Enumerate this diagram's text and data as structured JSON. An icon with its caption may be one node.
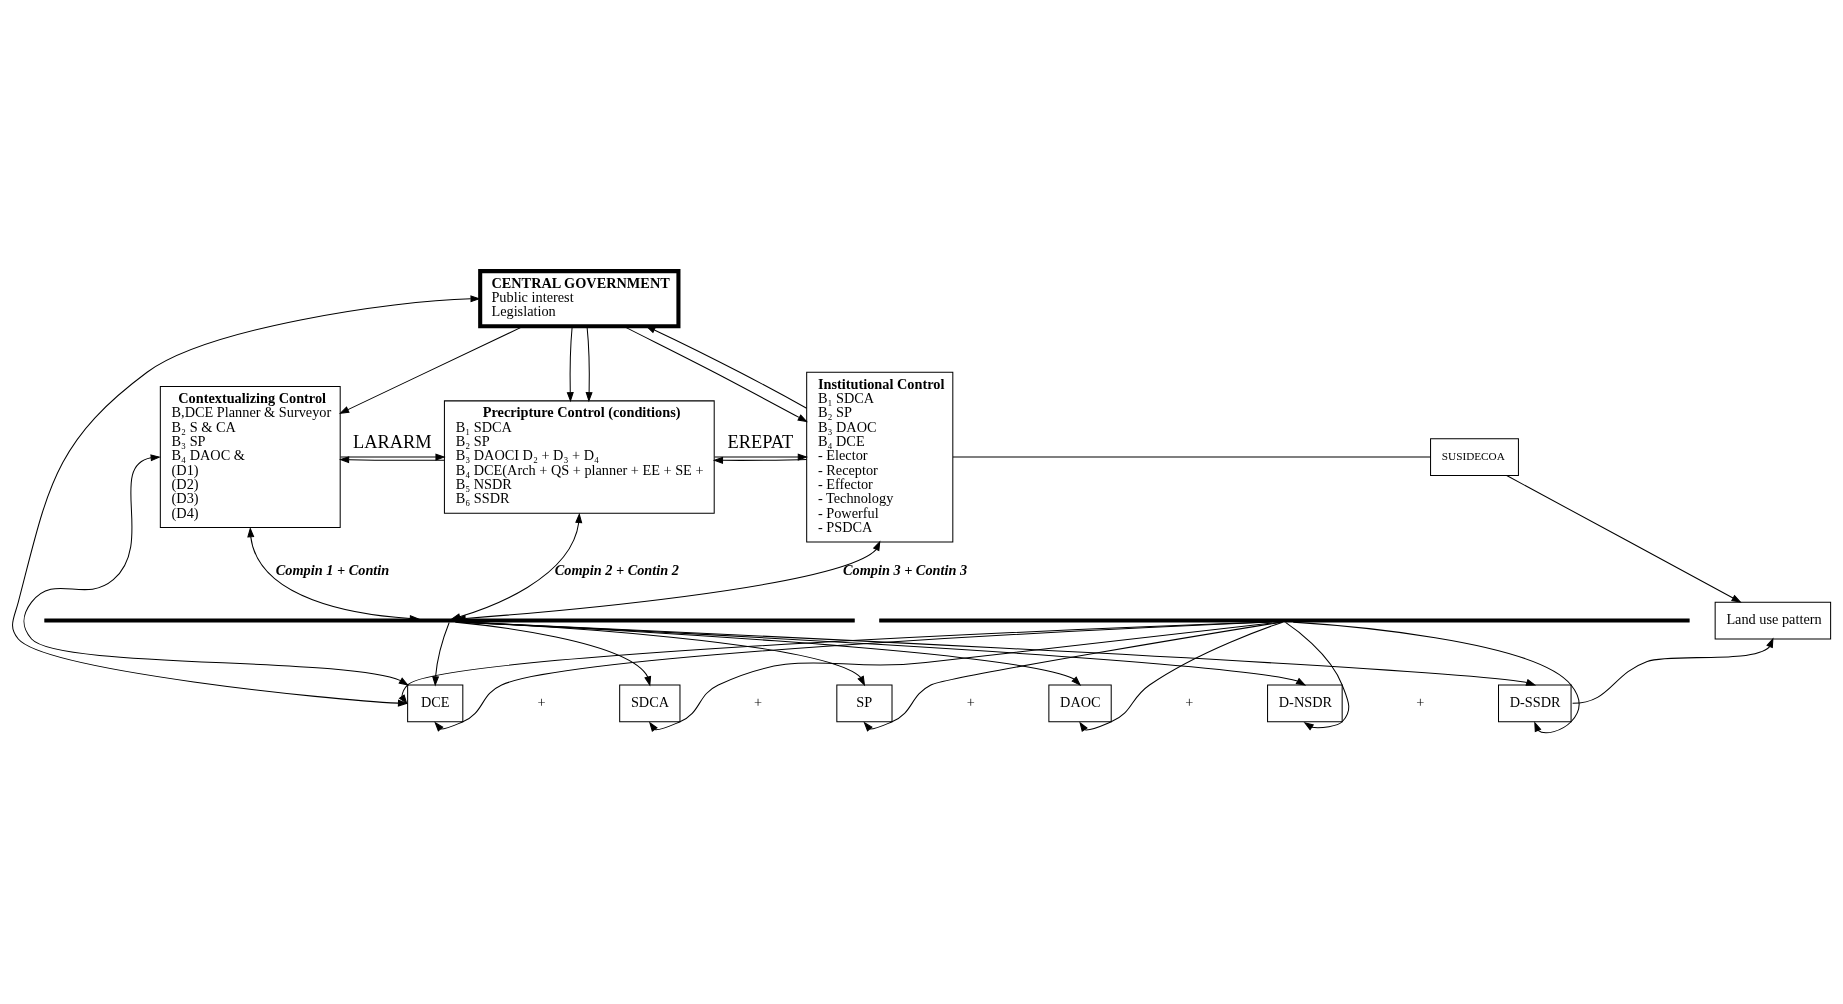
{
  "diagram": {
    "nodes": [
      {
        "text": [
          "CENTRAL GOVERNMENT",
          "Public interest",
          "Legislation"
        ]
      },
      {
        "text": [
          "Contextualizing Control",
          "B,DCE Planner & Surveyor",
          "B₂ S & CA",
          "B₃ SP",
          "B₄ DAOC &",
          "(D1)",
          "(D2)",
          "(D3)",
          "(D4)"
        ]
      },
      {
        "text": [
          "Precripture Control (conditions)",
          "B₁ SDCA",
          "B₂ SP",
          "B₃ DAOCI D₂ + D₃ + D₄",
          "B₄ DCE(Arch + QS + planner + EE + SE +",
          "B₅ NSDR",
          "B₆ SSDR"
        ]
      },
      {
        "text": [
          "Institutional Control",
          "B₁ SDCA",
          "B₂ SP",
          "B₃ DAOC",
          "B₄ DCE",
          "- Elector",
          "- Receptor",
          "- Effector",
          "- Technology",
          "- Powerful",
          "- PSDCA"
        ]
      },
      {
        "text": [
          "SUSIDECOA"
        ]
      },
      {
        "text": [
          "Land use pattern"
        ]
      },
      {
        "text": [
          "DCE"
        ]
      },
      {
        "text": [
          "SDCA"
        ]
      },
      {
        "text": [
          "SP"
        ]
      },
      {
        "text": [
          "DAOC"
        ]
      },
      {
        "text": [
          "D-NSDR"
        ]
      },
      {
        "text": [
          "D-SSDR"
        ]
      },
      {
        "text": [],
        "shape": "bar"
      },
      {
        "text": [],
        "shape": "bar"
      }
    ],
    "edges": [
      {
        "from": 1,
        "to": 2,
        "arrow": "to",
        "label": "LARARM"
      },
      {
        "from": 2,
        "to": 1,
        "arrow": "to"
      },
      {
        "from": 2,
        "to": 3,
        "arrow": "to",
        "label": "EREPAT"
      },
      {
        "from": 3,
        "to": 2,
        "arrow": "to"
      },
      {
        "from": 0,
        "to": 2,
        "arrow": "to"
      },
      {
        "from": 0,
        "to": 2,
        "arrow": "to"
      },
      {
        "from": 0,
        "to": 1,
        "arrow": "to"
      },
      {
        "from": 6,
        "to": 0,
        "arrow": "both"
      },
      {
        "from": 6,
        "to": 1,
        "arrow": "both"
      },
      {
        "from": 0,
        "to": 3,
        "arrow": "to"
      },
      {
        "from": 3,
        "to": 0,
        "arrow": "to"
      },
      {
        "from": 3,
        "to": 4,
        "arrow": "none"
      },
      {
        "from": 4,
        "to": 5,
        "arrow": "to"
      },
      {
        "from": 11,
        "to": 5,
        "arrow": "to"
      },
      {
        "from": 1,
        "to": 12,
        "arrow": "both",
        "label": "Compin 1 + Contin"
      },
      {
        "from": 2,
        "to": 12,
        "arrow": "both",
        "label": "Compin 2 + Contin 2"
      },
      {
        "from": 3,
        "to": 12,
        "arrow": "both",
        "label": "Compin 3 + Contin 3"
      },
      {
        "from": 12,
        "to": 6,
        "arrow": "to"
      },
      {
        "from": 12,
        "to": 7,
        "arrow": "to"
      },
      {
        "from": 12,
        "to": 8,
        "arrow": "to"
      },
      {
        "from": 12,
        "to": 9,
        "arrow": "to"
      },
      {
        "from": 12,
        "to": 10,
        "arrow": "to"
      },
      {
        "from": 12,
        "to": 11,
        "arrow": "to"
      },
      {
        "from": 13,
        "to": 6,
        "arrow": "to"
      },
      {
        "from": 13,
        "to": 6,
        "arrow": "to"
      },
      {
        "from": 13,
        "to": 7,
        "arrow": "to"
      },
      {
        "from": 13,
        "to": 8,
        "arrow": "to"
      },
      {
        "from": 13,
        "to": 9,
        "arrow": "to"
      },
      {
        "from": 13,
        "to": 10,
        "arrow": "to"
      },
      {
        "from": 13,
        "to": 11,
        "arrow": "to"
      }
    ],
    "labels": [
      "+",
      "+",
      "+",
      "+",
      "+"
    ]
  }
}
